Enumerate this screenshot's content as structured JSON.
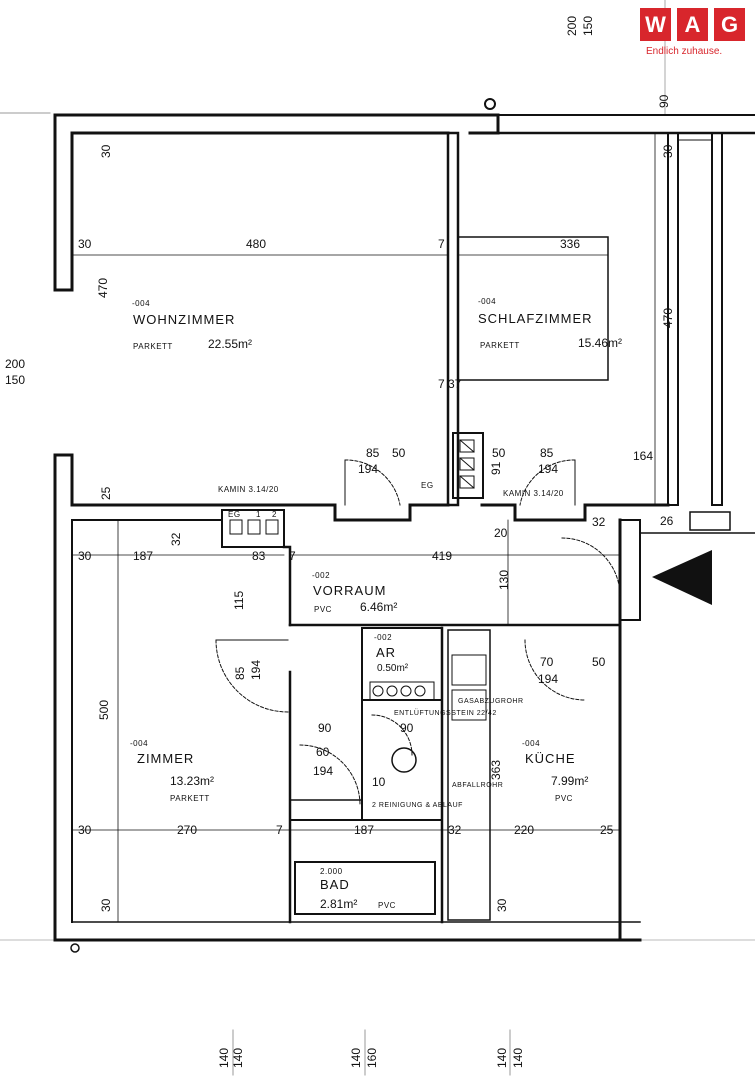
{
  "brand": {
    "letters": [
      "W",
      "A",
      "G"
    ],
    "slogan": "Endlich zuhause.",
    "color": "#d8262c"
  },
  "rooms": {
    "wohnzimmer": {
      "code": "-004",
      "name": "WOHNZIMMER",
      "floor": "PARKETT",
      "area": "22.55m²"
    },
    "schlafzimmer": {
      "code": "-004",
      "name": "SCHLAFZIMMER",
      "floor": "PARKETT",
      "area": "15.46m²"
    },
    "vorraum": {
      "code": "-002",
      "name": "VORRAUM",
      "floor": "PVC",
      "area": "6.46m²"
    },
    "ar": {
      "code": "-002",
      "name": "AR",
      "area": "0.50m²"
    },
    "zimmer": {
      "code": "-004",
      "name": "ZIMMER",
      "floor": "PARKETT",
      "area": "13.23m²"
    },
    "kueche": {
      "code": "-004",
      "name": "KÜCHE",
      "floor": "PVC",
      "area": "7.99m²"
    },
    "bad": {
      "code": "2.000",
      "name": "BAD",
      "floor": "PVC",
      "area": "2.81m²"
    }
  },
  "notes": {
    "kamin_left": "KAMIN 3.14/20",
    "kamin_right": "KAMIN 3.14/20",
    "entlueftung": "ENTLÜFTUNGSSTEIN 22/42",
    "gaszug": "GASABZUGROHR",
    "abfallrohr": "ABFALLROHR",
    "reinigung": "2 REINIGUNG & ABLAUF",
    "eg": "EG",
    "eg_top": "EG",
    "one": "1",
    "two": "2"
  },
  "dims": {
    "d480": "480",
    "d336": "336",
    "d470a": "470",
    "d470b": "470",
    "d30a": "30",
    "d30b": "30",
    "d30c": "30",
    "d30d": "30",
    "d30e": "30",
    "d30f": "30",
    "d7a": "7",
    "d737": "7 37",
    "d85a": "85",
    "d85b": "85",
    "d50a": "50",
    "d50b": "50",
    "d194a": "194",
    "d194b": "194",
    "d194c": "194",
    "d194d": "194",
    "d194e": "194",
    "d164": "164",
    "d25a": "25",
    "d25b": "25",
    "d26": "26",
    "d20a": "20",
    "d32a": "32",
    "d32b": "32",
    "d187a": "187",
    "d187b": "187",
    "d83": "83",
    "d7b": "7",
    "d419": "419",
    "d130": "130",
    "d115": "115",
    "d85c": "85",
    "d500": "500",
    "d270": "270",
    "d7c": "7",
    "d90a": "90",
    "d90b": "90",
    "d60": "60",
    "d10": "10",
    "d363": "363",
    "d220": "220",
    "d70": "70",
    "d50c": "50",
    "d200": "200",
    "d150": "150",
    "d200b": "200",
    "d150b": "150",
    "d140a": "140",
    "d140b": "140",
    "d140c": "140",
    "d160": "160",
    "d140d": "140",
    "d140e": "140",
    "d91": "91",
    "d90c": "90"
  }
}
